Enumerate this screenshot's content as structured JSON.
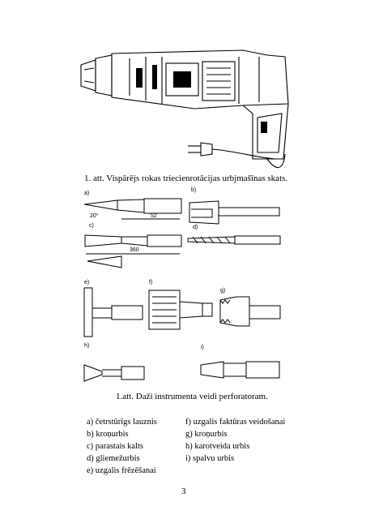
{
  "captions": {
    "fig1": "1. att. Vispārējs rokas triecienrotācijas urbjmašīnas skats.",
    "fig2": "1.att. Daži instrumenta veidi perforatoram."
  },
  "figure_labels": {
    "a": "a)",
    "b": "b)",
    "c": "c)",
    "d": "d)",
    "e": "e)",
    "f": "f)",
    "g": "g)",
    "h": "h)",
    "i": "i)"
  },
  "dimensions": {
    "angle": "20°",
    "len_a": "52",
    "len_c": "360"
  },
  "list": {
    "left": [
      "a) četrstūrīgs lauznis",
      "b) kroņurbis",
      "c) parastais kalts",
      "d) gliemežurbis",
      "e) uzgalis frēzēšanai"
    ],
    "right": [
      "f) uzgalis faktūras veidošanai",
      "g) kroņurbis",
      "h) karotveida urbis",
      "i) spalvu urbis"
    ]
  },
  "page_number": "3"
}
